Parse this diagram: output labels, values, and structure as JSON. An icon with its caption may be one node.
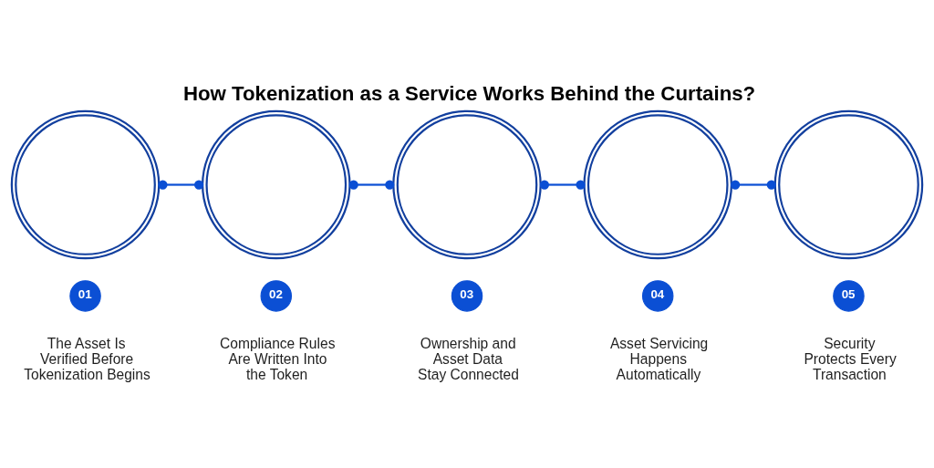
{
  "diagram": {
    "title": "How Tokenization as a Service Works Behind the Curtains?",
    "nodes": [
      {
        "text": [],
        "shape": "circle"
      },
      {
        "text": [],
        "shape": "circle"
      },
      {
        "text": [],
        "shape": "circle"
      },
      {
        "text": [],
        "shape": "circle"
      },
      {
        "text": [],
        "shape": "circle"
      },
      {
        "text": [
          "01"
        ],
        "beside": [
          "The Asset Is Verified Before Tokenization Begins"
        ]
      },
      {
        "text": [
          "02"
        ],
        "beside": [
          "Compliance Rules Are Written Into the Token"
        ]
      },
      {
        "text": [
          "03"
        ],
        "beside": [
          "Ownership and Asset Data Stay Connected"
        ]
      },
      {
        "text": [
          "04"
        ],
        "beside": [
          "Asset Servicing Happens Automatically"
        ]
      },
      {
        "text": [
          "05"
        ],
        "beside": [
          "Security Protects Every Transaction"
        ]
      }
    ],
    "edges": [
      {
        "from": 0,
        "to": 1,
        "arrow": "other"
      },
      {
        "from": 1,
        "to": 2,
        "arrow": "other"
      },
      {
        "from": 2,
        "to": 3,
        "arrow": "other"
      },
      {
        "from": 3,
        "to": 4,
        "arrow": "other"
      }
    ]
  }
}
